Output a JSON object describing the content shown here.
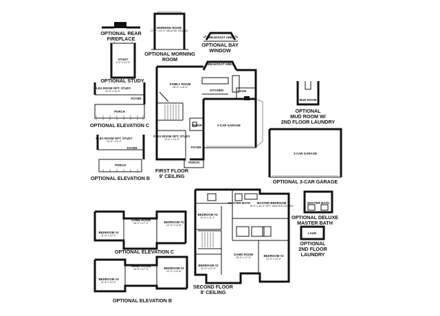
{
  "captions": {
    "rear_fireplace": [
      "OPTIONAL REAR",
      "FIREPLACE"
    ],
    "study": "OPTIONAL STUDY",
    "morning_room": [
      "OPTIONAL MORNING",
      "ROOM"
    ],
    "bay_window": [
      "OPTIONAL BAY",
      "WINDOW"
    ],
    "elevation_c": "OPTIONAL ELEVATION C",
    "elevation_b": "OPTIONAL ELEVATION B",
    "first_floor": [
      "FIRST FLOOR",
      "9' CEILING"
    ],
    "mud_room": [
      "OPTIONAL",
      "MUD ROOM W/",
      "2ND FLOOR LAUNDRY"
    ],
    "three_car": "OPTIONAL 3-CAR GARAGE",
    "deluxe_bath": [
      "OPTIONAL DELUXE",
      "MASTER BATH"
    ],
    "second_laundry": [
      "OPTIONAL",
      "2ND FLOOR",
      "LAUNDRY"
    ],
    "elevation_c2": "OPTIONAL ELEVATION C",
    "second_floor": [
      "SECOND FLOOR",
      "8' CEILING"
    ],
    "elevation_b2": "OPTIONAL ELEVATION B"
  },
  "rooms": {
    "morning_room": {
      "name": "MORNING ROOM",
      "dim": "12'-0\" x 10'-0\" VAULTED CEILING"
    },
    "breakfast_top": {
      "name": "BREAKFAST AREA"
    },
    "breakfast": {
      "name": "BREAKFAST AREA"
    },
    "study": {
      "name": "STUDY",
      "dim": "9'-0\" x 13'-0\""
    },
    "family_room": {
      "name": "FAMILY ROOM",
      "dim": "18'-4\" x 16'-4\""
    },
    "kitchen": {
      "name": "KITCHEN"
    },
    "laun": {
      "name": "LAUN"
    },
    "flex_c": {
      "name": "FLEX ROOM OPT. STUDY",
      "dim": "13'-0\" x 10'-0\""
    },
    "porch_c": {
      "name": "PORCH"
    },
    "foyer_c": {
      "name": "FOYER"
    },
    "flex_main": {
      "name": "FLEX ROOM OPT. STUDY",
      "dim": "13'-0\" x 10'-0\""
    },
    "foyer_main": {
      "name": "FOYER"
    },
    "porch_main": {
      "name": "PORCH"
    },
    "two_car": {
      "name": "2-CAR GARAGE"
    },
    "pwdr": {
      "name": "PWDR"
    },
    "flex_b": {
      "name": "FLEX ROOM OPT. STUDY",
      "dim": "13'-0\" x 10'-0\""
    },
    "foyer_b": {
      "name": "FOYER"
    },
    "porch_b": {
      "name": "PORCH"
    },
    "mud_room": {
      "name": "MUD ROOM"
    },
    "three_car": {
      "name": "3-CAR GARAGE"
    },
    "master_bath_opt": {
      "name": "MASTER BATH"
    },
    "laun_opt": {
      "name": "LAUN"
    },
    "master_bedroom": {
      "name": "MASTER BEDROOM",
      "dim": "15'-0\" x 14'-0\" OPT. VAULTED CEILING"
    },
    "master_bath": {
      "name": "MASTER BATH"
    },
    "bedroom4": {
      "name": "BEDROOM #4",
      "dim": "10'-0\" x 11'-1\""
    },
    "game_room": {
      "name": "GAME ROOM",
      "dim": "15'-0\" x 17'-0\""
    },
    "bedroom3": {
      "name": "BEDROOM #3",
      "dim": "12'-0\" x 13'-0\""
    },
    "bedroom2": {
      "name": "BEDROOM #2",
      "dim": "11'-0\" x 12'-0\""
    },
    "c_bedroom4": {
      "name": "BEDROOM #4",
      "dim": "11'-6\" x 12'-0\""
    },
    "c_game": {
      "name": "GAME ROOM",
      "dim": "15'-0\" x 17'-0\""
    },
    "c_bedroom2": {
      "name": "BEDROOM #2",
      "dim": "12'-0\" x 13'-6\""
    },
    "b_bedroom4": {
      "name": "BEDROOM #4",
      "dim": "11'-6\" x 12'-0\""
    },
    "b_game": {
      "name": "GAME ROOM",
      "dim": "15'-0\" x 17'-0\""
    },
    "b_bedroom2": {
      "name": "BEDROOM #2",
      "dim": "12'-0\" x 10'-6\""
    }
  }
}
